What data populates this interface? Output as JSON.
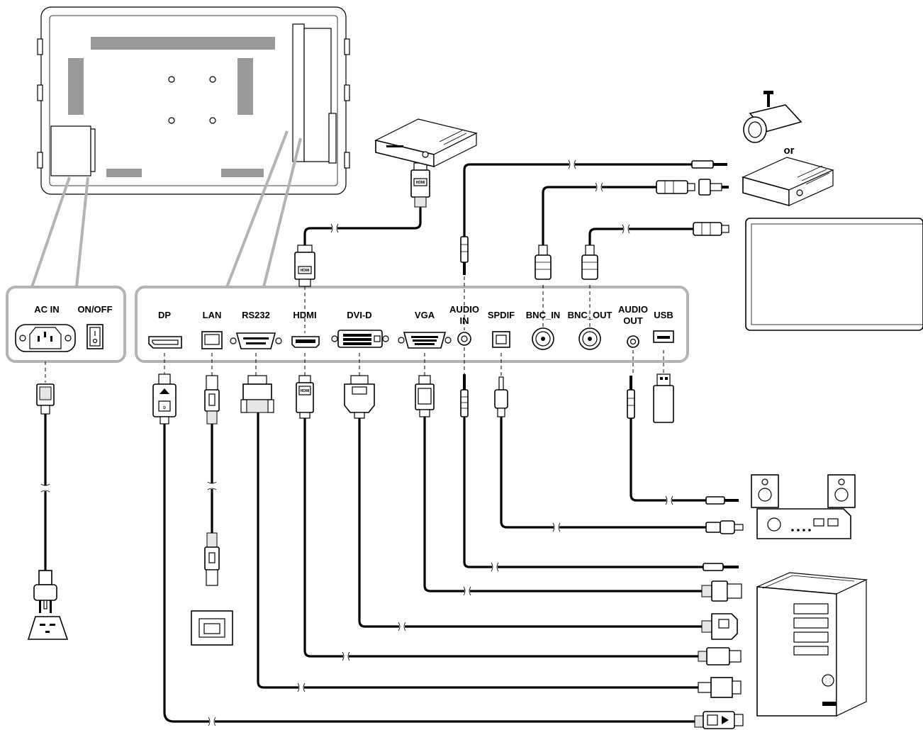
{
  "labels": {
    "ac_in": "AC IN",
    "on_off": "ON/OFF",
    "dp": "DP",
    "lan": "LAN",
    "rs232": "RS232",
    "hdmi": "HDMI",
    "dvi_d": "DVI-D",
    "vga": "VGA",
    "audio_in_1": "AUDIO",
    "audio_in_2": "IN",
    "spdif": "SPDIF",
    "bnc_in": "BNC_IN",
    "bnc_out": "BNC_OUT",
    "audio_out_1": "AUDIO",
    "audio_out_2": "OUT",
    "usb": "USB",
    "or": "or"
  },
  "plug_marks": {
    "hdmi": "HDMI"
  },
  "colors": {
    "panel_outline": "#b3b3b3",
    "line": "#000000",
    "fill": "#ffffff"
  },
  "icons": [
    "display-rear-panel-icon",
    "dvd-player-icon",
    "security-camera-icon",
    "monitor-icon",
    "audio-amplifier-icon",
    "desktop-pc-tower-icon",
    "power-outlet-icon",
    "lan-wall-socket-icon",
    "usb-drive-icon"
  ]
}
